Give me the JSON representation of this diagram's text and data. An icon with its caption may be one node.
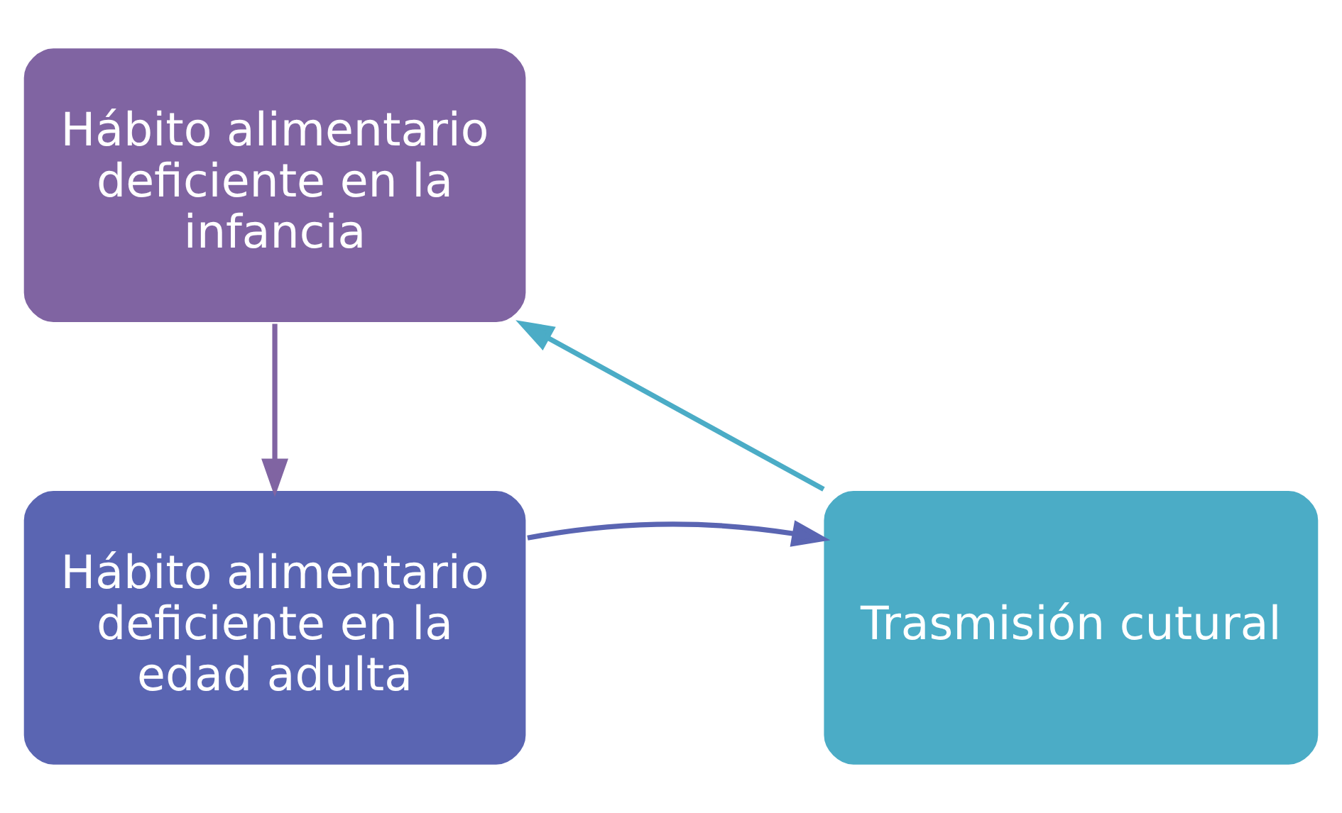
{
  "diagram": {
    "nodes": [
      {
        "text": [
          "Hábito alimentario deficiente en la infancia"
        ]
      },
      {
        "text": [
          "Hábito alimentario deficiente en la edad adulta"
        ]
      },
      {
        "text": [
          "Trasmisión cutural"
        ]
      }
    ],
    "edges": [
      {
        "from": 0,
        "to": 1,
        "arrow": "to",
        "color": "#8064a2"
      },
      {
        "from": 1,
        "to": 2,
        "arrow": "to",
        "color": "#5a65b2"
      },
      {
        "from": 2,
        "to": 0,
        "arrow": "to",
        "color": "#4bacc6"
      }
    ]
  }
}
